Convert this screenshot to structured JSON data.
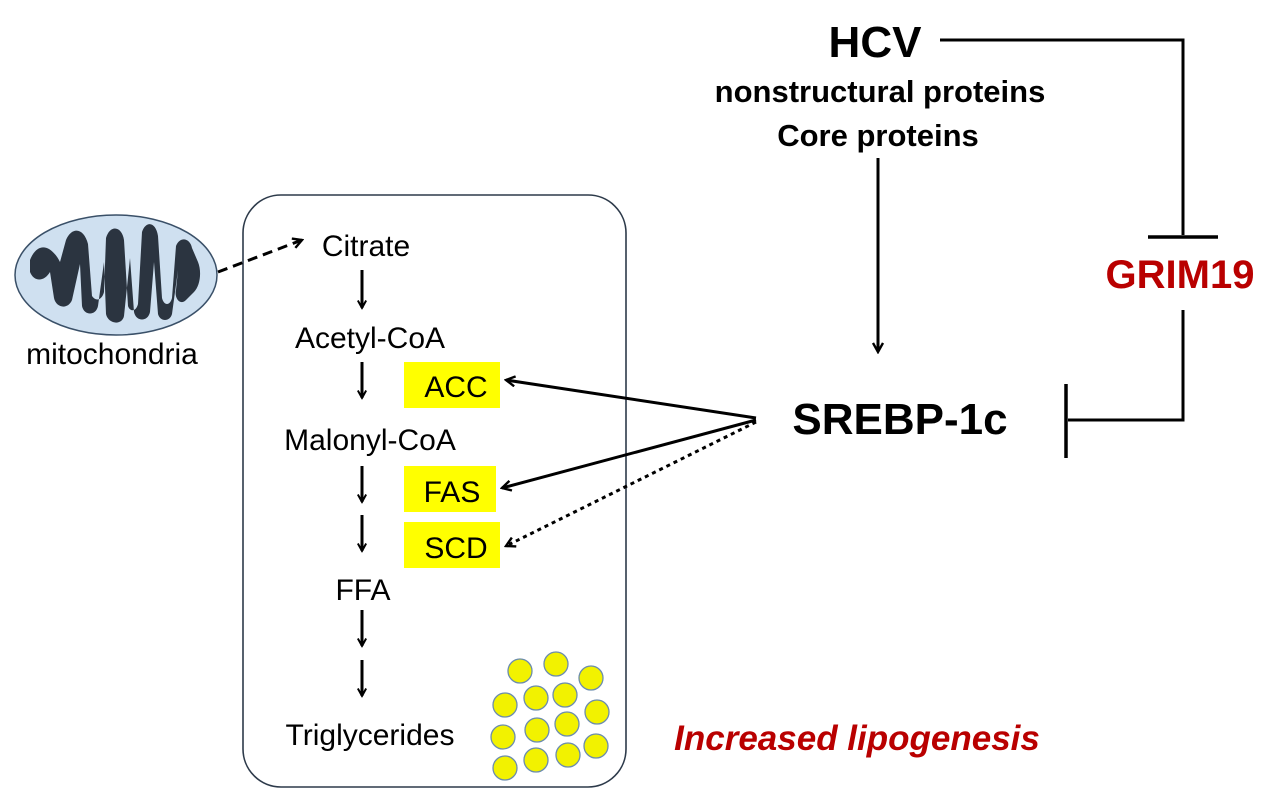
{
  "mitochondria": {
    "label": "mitochondria"
  },
  "pathway": {
    "citrate": "Citrate",
    "acetyl_coa": "Acetyl-CoA",
    "malonyl_coa": "Malonyl-CoA",
    "ffa": "FFA",
    "triglycerides": "Triglycerides"
  },
  "enzymes": {
    "acc": "ACC",
    "fas": "FAS",
    "scd": "SCD"
  },
  "regulators": {
    "hcv": "HCV",
    "hcv_sub1": "nonstructural proteins",
    "hcv_sub2": "Core proteins",
    "srebp": "SREBP-1c",
    "grim19": "GRIM19"
  },
  "outcome": {
    "label": "Increased lipogenesis"
  },
  "colors": {
    "enzyme_highlight": "#ffff00",
    "accent_red": "#b90000",
    "mito_fill": "#cfe0f0",
    "mito_inner": "#2b3440",
    "droplet": "#f2f200",
    "box_stroke": "#2d3a4a"
  }
}
